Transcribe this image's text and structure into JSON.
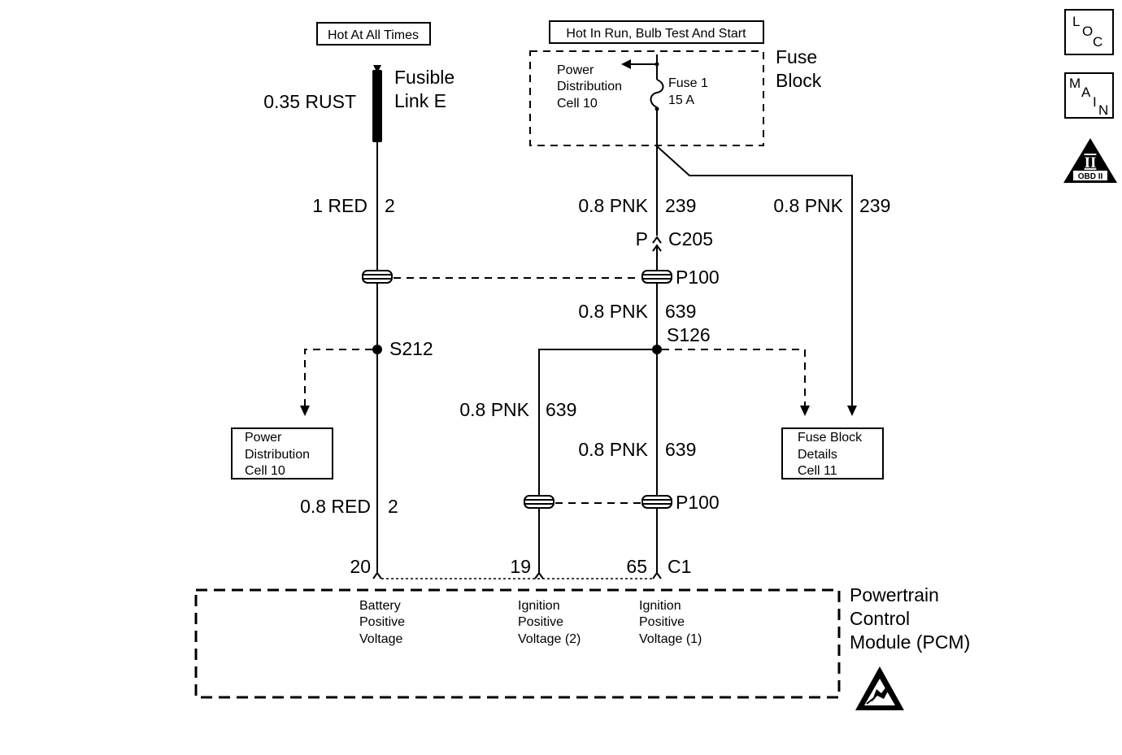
{
  "header": {
    "hot_at_all_times": "Hot At All Times",
    "hot_in_run": "Hot In Run, Bulb Test And Start"
  },
  "fuse_block": {
    "title_line1": "Fuse",
    "title_line2": "Block",
    "pdc_line1": "Power",
    "pdc_line2": "Distribution",
    "pdc_line3": "Cell 10",
    "fuse_name": "Fuse 1",
    "fuse_rating": "15 A"
  },
  "fusible_link": {
    "line1": "Fusible",
    "line2": "Link E",
    "wire": "0.35 RUST"
  },
  "wires": {
    "left_upper_color": "1 RED",
    "left_upper_circuit": "2",
    "center_upper_color": "0.8 PNK",
    "center_upper_circuit": "239",
    "right_color": "0.8 PNK",
    "right_circuit": "239",
    "center_mid_color": "0.8 PNK",
    "center_mid_circuit": "639",
    "branch_color": "0.8 PNK",
    "branch_circuit": "639",
    "center_lower_color": "0.8 PNK",
    "center_lower_circuit": "639",
    "left_lower_color": "0.8 RED",
    "left_lower_circuit": "2"
  },
  "connectors": {
    "c205_p": "P",
    "c205": "C205",
    "p100_top": "P100",
    "p100_bottom": "P100",
    "c1": "C1"
  },
  "splices": {
    "s212": "S212",
    "s126": "S126"
  },
  "ref_boxes": {
    "pdc_line1": "Power",
    "pdc_line2": "Distribution",
    "pdc_line3": "Cell 10",
    "fbd_line1": "Fuse Block",
    "fbd_line2": "Details",
    "fbd_line3": "Cell 11"
  },
  "pcm": {
    "title_line1": "Powertrain",
    "title_line2": "Control",
    "title_line3": "Module (PCM)",
    "pin_20": "20",
    "pin_19": "19",
    "pin_65": "65",
    "bpv_line1": "Battery",
    "bpv_line2": "Positive",
    "bpv_line3": "Voltage",
    "ipv2_line1": "Ignition",
    "ipv2_line2": "Positive",
    "ipv2_line3": "Voltage (2)",
    "ipv1_line1": "Ignition",
    "ipv1_line2": "Positive",
    "ipv1_line3": "Voltage (1)"
  },
  "side_icons": {
    "loc_l": "L",
    "loc_o": "O",
    "loc_c": "C",
    "main_m": "M",
    "main_a": "A",
    "main_i": "I",
    "main_n": "N",
    "obd_numeral": "II",
    "obd_label": "OBD II"
  }
}
